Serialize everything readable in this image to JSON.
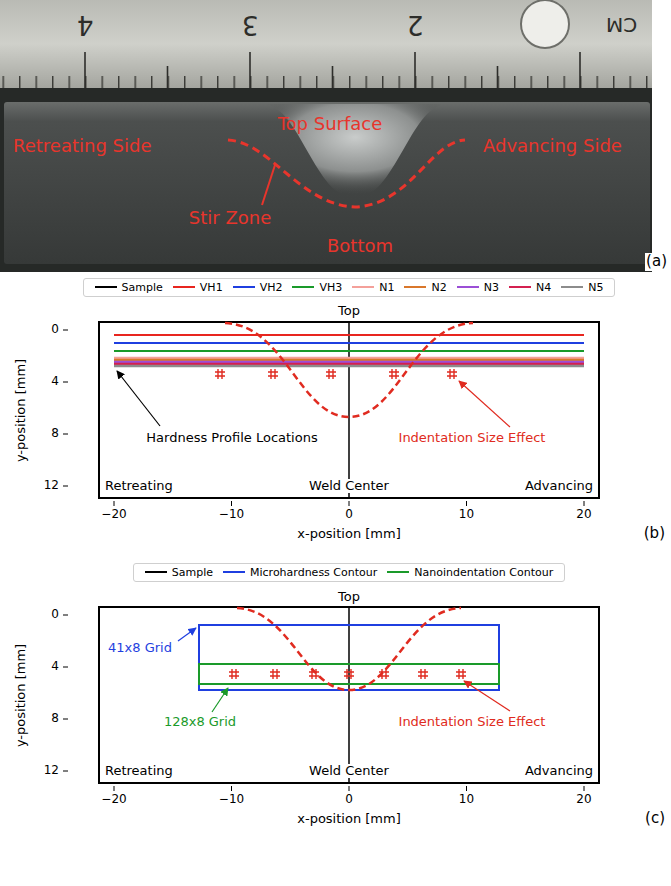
{
  "diagram": {
    "labels": [
      "4",
      "3",
      "2",
      "CM",
      "Top Surface",
      "Retreating Side",
      "Advancing Side",
      "Stir Zone",
      "Bottom",
      "(a)",
      "Top",
      "0",
      "4",
      "8",
      "12",
      "y-position [mm]",
      "−20",
      "−10",
      "0",
      "10",
      "20",
      "x-position [mm]",
      "Hardness Profile Locations",
      "Indentation Size Effect",
      "Retreating",
      "Weld Center",
      "Advancing",
      "(b)",
      "Top",
      "0",
      "4",
      "8",
      "12",
      "y-position [mm]",
      "−20",
      "−10",
      "0",
      "10",
      "20",
      "x-position [mm]",
      "41x8 Grid",
      "128x8 Grid",
      "Indentation Size Effect",
      "Retreating",
      "Weld Center",
      "Advancing",
      "(c)"
    ],
    "legend": [
      {
        "text": "Sample"
      },
      {
        "text": "VH1"
      },
      {
        "text": "VH2"
      },
      {
        "text": "VH3"
      },
      {
        "text": "N1"
      },
      {
        "text": "N2"
      },
      {
        "text": "N3"
      },
      {
        "text": "N4"
      },
      {
        "text": "N5"
      },
      {
        "text": "Sample"
      },
      {
        "text": "Microhardness Contour"
      },
      {
        "text": "Nanoindentation Contour"
      }
    ]
  }
}
